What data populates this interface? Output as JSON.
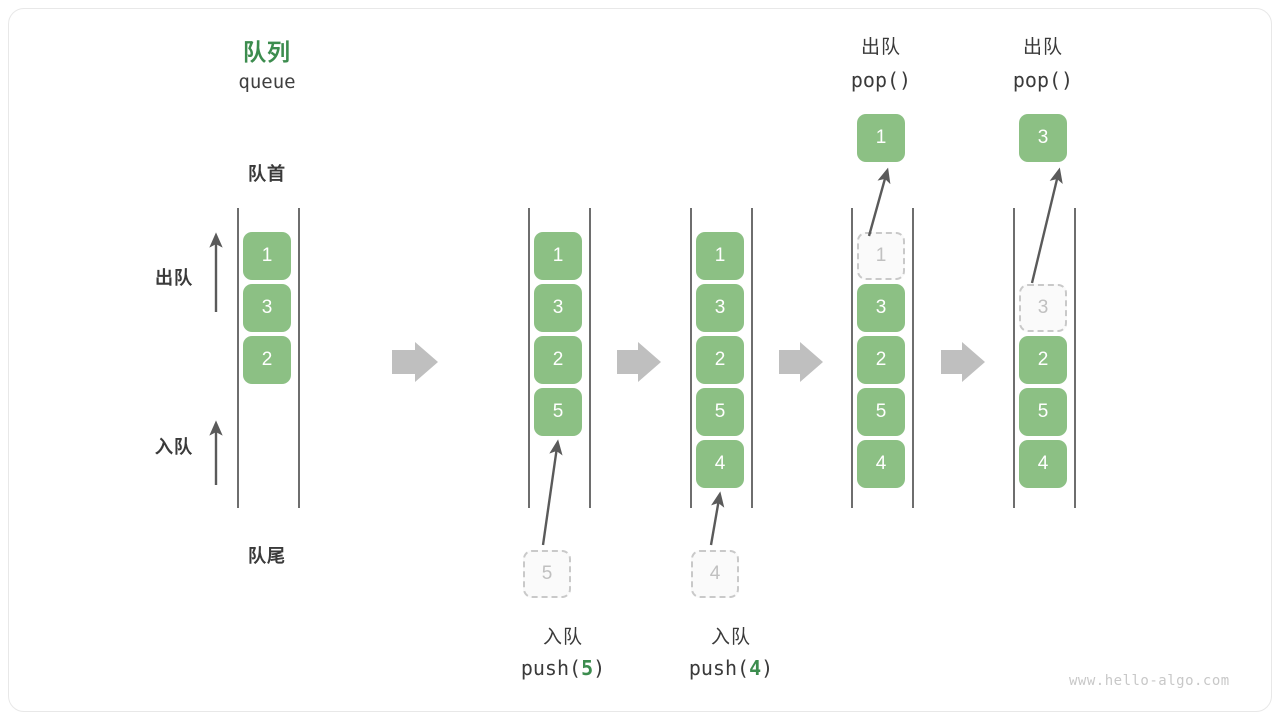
{
  "diagram": {
    "title_cn": "队列",
    "title_en": "queue",
    "front_label": "队首",
    "rear_label": "队尾",
    "dequeue_label": "出队",
    "enqueue_label": "入队",
    "watermark": "www.hello-algo.com",
    "colors": {
      "cell_green": "#8cc084",
      "accent_green": "#3c8c4e",
      "ghost_fill": "#fafafa",
      "ghost_border": "#c9c9c9",
      "rail": "#6e6e6e",
      "block_arrow": "#bfbfbf",
      "thin_arrow": "#5a5a5a",
      "text": "#3a3a3a",
      "watermark": "#c8c8c8"
    }
  },
  "stages": [
    {
      "id": "initial",
      "caption_cn": "",
      "caption_code": "",
      "cells": [
        {
          "value": "1",
          "state": "filled"
        },
        {
          "value": "3",
          "state": "filled"
        },
        {
          "value": "2",
          "state": "filled"
        }
      ]
    },
    {
      "id": "push-5",
      "caption_cn": "入队",
      "caption_code": "push(5)",
      "caption_arg": "5",
      "incoming": "5",
      "cells": [
        {
          "value": "1",
          "state": "filled"
        },
        {
          "value": "3",
          "state": "filled"
        },
        {
          "value": "2",
          "state": "filled"
        },
        {
          "value": "5",
          "state": "filled"
        }
      ]
    },
    {
      "id": "push-4",
      "caption_cn": "入队",
      "caption_code": "push(4)",
      "caption_arg": "4",
      "incoming": "4",
      "cells": [
        {
          "value": "1",
          "state": "filled"
        },
        {
          "value": "3",
          "state": "filled"
        },
        {
          "value": "2",
          "state": "filled"
        },
        {
          "value": "5",
          "state": "filled"
        },
        {
          "value": "4",
          "state": "filled"
        }
      ]
    },
    {
      "id": "pop-1",
      "caption_cn": "出队",
      "caption_code": "pop()",
      "popped": "1",
      "cells": [
        {
          "value": "1",
          "state": "ghost"
        },
        {
          "value": "3",
          "state": "filled"
        },
        {
          "value": "2",
          "state": "filled"
        },
        {
          "value": "5",
          "state": "filled"
        },
        {
          "value": "4",
          "state": "filled"
        }
      ]
    },
    {
      "id": "pop-3",
      "caption_cn": "出队",
      "caption_code": "pop()",
      "popped": "3",
      "cells": [
        {
          "value": "",
          "state": "empty"
        },
        {
          "value": "3",
          "state": "ghost"
        },
        {
          "value": "2",
          "state": "filled"
        },
        {
          "value": "5",
          "state": "filled"
        },
        {
          "value": "4",
          "state": "filled"
        }
      ]
    }
  ]
}
